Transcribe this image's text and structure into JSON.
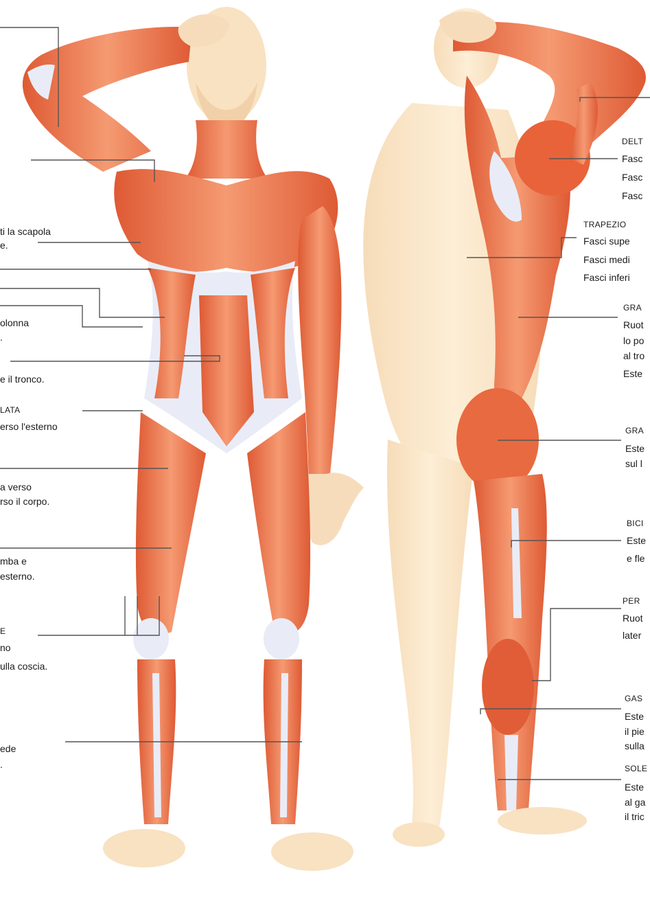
{
  "colors": {
    "muscle": "#e8643c",
    "muscle_light": "#f3a57d",
    "tendon": "#e8eaf5",
    "skin": "#fbe6c8",
    "line": "#555555",
    "background": "#ffffff"
  },
  "left_labels": [
    "ti la scapola",
    "e.",
    "olonna",
    ".",
    "e il tronco.",
    "LATA",
    "erso l'esterno",
    "a verso",
    "rso il corpo.",
    "mba e",
    "esterno.",
    "E",
    "no",
    "ulla coscia.",
    "ede",
    "."
  ],
  "right_labels": {
    "deltoid_title": "DELT",
    "deltoid_1": "Fasc",
    "deltoid_2": "Fasc",
    "deltoid_3": "Fasc",
    "trapezius_title": "TRAPEZIO",
    "trapezius_1": "Fasci supe",
    "trapezius_2": "Fasci medi",
    "trapezius_3": "Fasci inferi",
    "gran_title": "GRA",
    "gran_1": "Ruot",
    "gran_2": "lo po",
    "gran_3": "al tro",
    "gran_4": "Este",
    "glut_title": "GRA",
    "glut_1": "Este",
    "glut_2": "sul l",
    "bici_title": "BICI",
    "bici_1": "Este",
    "bici_2": "e fle",
    "pero_title": "PER",
    "pero_1": "Ruot",
    "pero_2": "later",
    "gast_title": "GAS",
    "gast_1": "Este",
    "gast_2": "il pie",
    "gast_3": "sulla",
    "sole_title": "SOLE",
    "sole_1": "Este",
    "sole_2": "al ga",
    "sole_3": "il tric"
  }
}
